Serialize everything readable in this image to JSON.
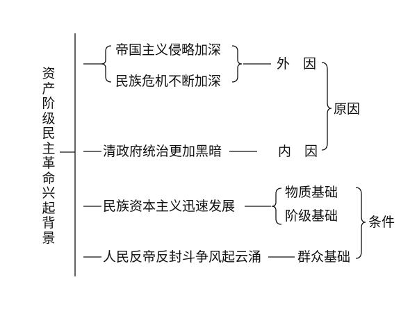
{
  "root": "资产阶级民主革命兴起背景",
  "causes": {
    "external": {
      "items": [
        "帝国主义侵略加深",
        "民族危机不断加深"
      ],
      "label": "外　因"
    },
    "internal": {
      "item": "清政府统治更加黑暗",
      "label": "内　因"
    },
    "label": "原因"
  },
  "conditions": {
    "capital": {
      "item": "民族资本主义迅速发展",
      "bases": [
        "物质基础",
        "阶级基础"
      ]
    },
    "masses": {
      "item": "人民反帝反封斗争风起云涌",
      "base": "群众基础"
    },
    "label": "条件"
  }
}
